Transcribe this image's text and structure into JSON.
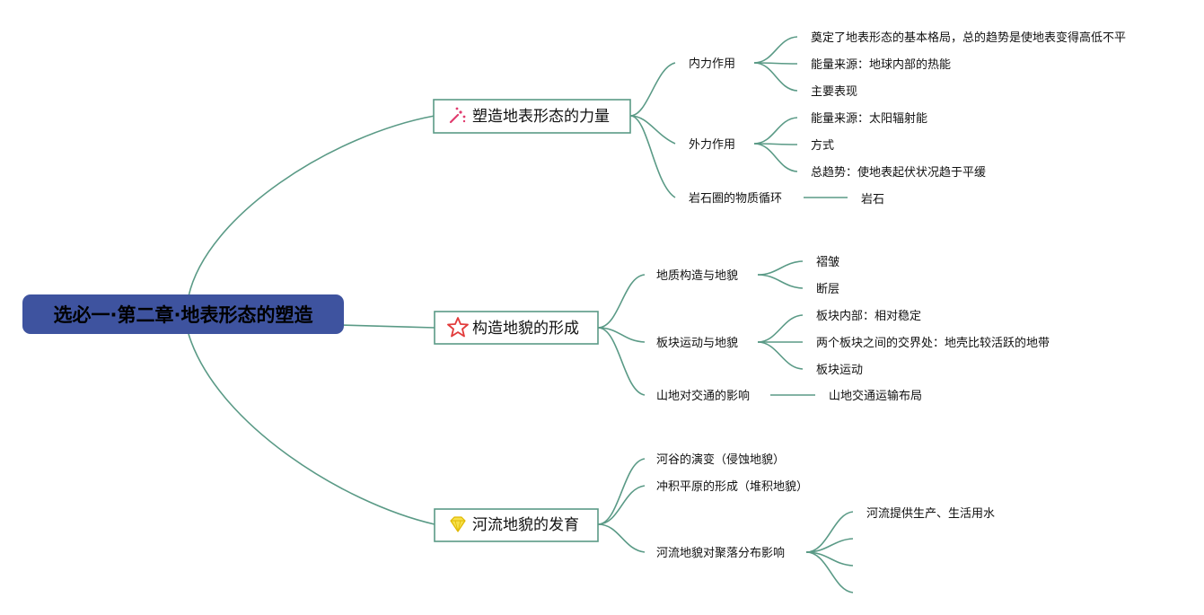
{
  "root": {
    "label": "选必一·第二章·地表形态的塑造",
    "color": "#3e539f"
  },
  "edge_color": "#5a9a86",
  "branches": [
    {
      "label": "塑造地表形态的力量",
      "icon": "sparkle-icon",
      "icon_color": "#e03c6e",
      "children": [
        {
          "label": "内力作用",
          "children": [
            {
              "label": "奠定了地表形态的基本格局，总的趋势是使地表变得高低不平"
            },
            {
              "label": "能量来源：地球内部的热能"
            },
            {
              "label": "主要表现"
            }
          ]
        },
        {
          "label": "外力作用",
          "children": [
            {
              "label": "能量来源：太阳辐射能"
            },
            {
              "label": "方式"
            },
            {
              "label": "总趋势：使地表起伏状况趋于平缓"
            }
          ]
        },
        {
          "label": "岩石圈的物质循环",
          "children": [
            {
              "label": "岩石"
            }
          ]
        }
      ]
    },
    {
      "label": "构造地貌的形成",
      "icon": "star-icon",
      "icon_color": "#e23b3b",
      "children": [
        {
          "label": "地质构造与地貌",
          "children": [
            {
              "label": "褶皱"
            },
            {
              "label": "断层"
            }
          ]
        },
        {
          "label": "板块运动与地貌",
          "children": [
            {
              "label": "板块内部：相对稳定"
            },
            {
              "label": "两个板块之间的交界处：地壳比较活跃的地带"
            },
            {
              "label": "板块运动"
            }
          ]
        },
        {
          "label": "山地对交通的影响",
          "children": [
            {
              "label": "山地交通运输布局"
            }
          ]
        }
      ]
    },
    {
      "label": "河流地貌的发育",
      "icon": "diamond-icon",
      "icon_color": "#f2d21b",
      "children": [
        {
          "label": "河谷的演变（侵蚀地貌）",
          "children": []
        },
        {
          "label": "冲积平原的形成（堆积地貌）",
          "children": []
        },
        {
          "label": "河流地貌对聚落分布影响",
          "children": [
            {
              "label": "河流提供生产、生活用水"
            },
            {
              "label": ""
            },
            {
              "label": ""
            },
            {
              "label": ""
            }
          ]
        }
      ]
    }
  ]
}
